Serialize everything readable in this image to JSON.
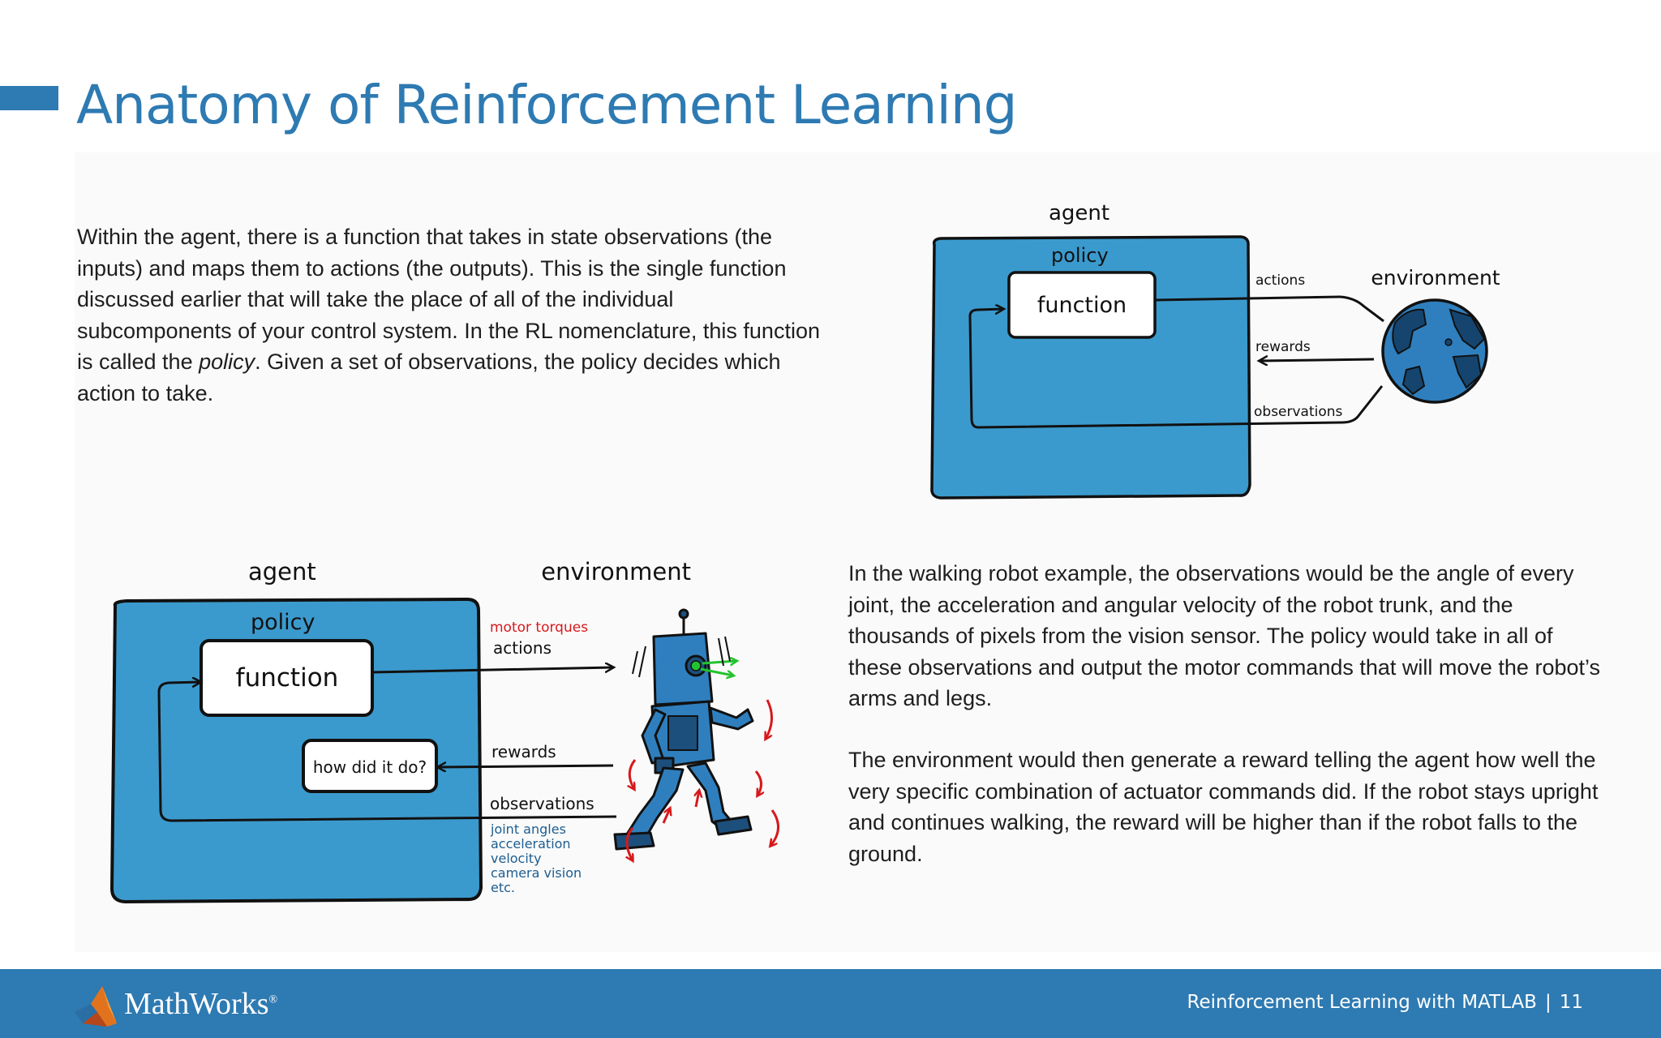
{
  "slide": {
    "title": "Anatomy of Reinforcement Learning"
  },
  "paragraph1": {
    "part1": "Within the agent, there is a function that takes in state observations (the inputs) and maps them to actions (the outputs). This is the single function discussed earlier that will take the place of all of the individual subcomponents of your control system. In the RL nomenclature, this function is called the ",
    "emphasis": "policy",
    "part2": ". Given a set of observations, the policy decides which action to take."
  },
  "paragraph2": "In the walking robot example, the observations would be the angle of every joint, the acceleration and angular velocity of the robot trunk, and the thousands of pixels from the vision sensor. The policy would take in all of these observations and output the motor commands that will move the robot’s arms and legs.",
  "paragraph3": "The environment would then generate a reward telling the agent how well the very specific combination of actuator commands did. If the robot stays upright and continues walking, the reward will be higher than if the robot falls to the ground.",
  "diagram_top": {
    "agent": "agent",
    "policy": "policy",
    "function": "function",
    "environment": "environment",
    "actions": "actions",
    "rewards": "rewards",
    "observations": "observations"
  },
  "diagram_bottom": {
    "agent": "agent",
    "environment": "environment",
    "policy": "policy",
    "function": "function",
    "how_did_it_do": "how did it do?",
    "motor_torques": "motor torques",
    "actions": "actions",
    "rewards": "rewards",
    "observations": "observations",
    "obs_details": [
      "joint angles",
      "acceleration",
      "velocity",
      "camera vision",
      "etc."
    ]
  },
  "footer": {
    "brand": "MathWorks",
    "trademark": "®",
    "caption": "Reinforcement Learning with MATLAB",
    "separator": "|",
    "page_number": "11"
  },
  "colors": {
    "accent": "#2e7ab2",
    "box_fill": "#3b9acd",
    "robot_blue": "#2f7fbe",
    "annotation_red": "#d7191c",
    "annotation_blue": "#1d5d90",
    "eye_green": "#22c32e"
  },
  "icons": [
    "mathworks-logo-icon",
    "earth-globe-icon",
    "walking-robot-icon"
  ]
}
